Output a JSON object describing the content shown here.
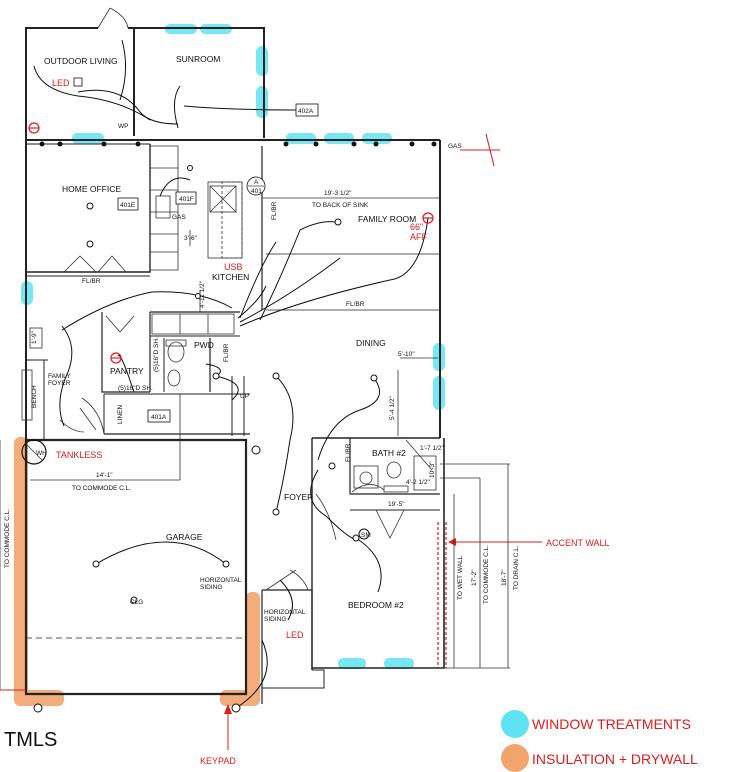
{
  "colors": {
    "window": "#5fe3f2",
    "insulation": "#f2a46d",
    "red": "#e21b1b",
    "line": "#222222"
  },
  "rooms": {
    "outdoor_living": "OUTDOOR LIVING",
    "sunroom": "SUNROOM",
    "home_office": "HOME OFFICE",
    "family_room": "FAMILY ROOM",
    "kitchen": "KITCHEN",
    "dining": "DINING",
    "pantry": "PANTRY",
    "pwd": "PWD",
    "family_foyer": "FAMILY\nFOYER",
    "bath2": "BATH #2",
    "foyer": "FOYER",
    "garage": "GARAGE",
    "bedroom2": "BEDROOM #2"
  },
  "tags": {
    "t402a": "402A",
    "t401e": "401E",
    "t401f": "401F",
    "t401a": "401A",
    "t401": "401",
    "a": "A",
    "ledge": "LED",
    "gas": "GAS",
    "wp": "WP",
    "gas2": "GAS",
    "up": "UP",
    "bench": "BENCH",
    "ceil": "CLG",
    "fl_br": "FL/BR",
    "fl_br2": "FL/BR",
    "fl_br3": "FL/BR",
    "fl_br4": "FL/BR",
    "fl_br5": "FL/BR",
    "sh": "(5)16\"D SH.",
    "sh2": "(5)16\"D SH.",
    "linen": "LINEN",
    "wh": "WH",
    "sm": "SM"
  },
  "dims": {
    "d1": "19'-3 1/2\"",
    "d1b": "TO BACK OF SINK",
    "d2": "4'-11 1/2\"",
    "d3": "3'-6\"",
    "d4": "5'-10\"",
    "d5": "5'-4 1/2\"",
    "d6": "14'-1\"",
    "d6b": "TO COMMODE C.L.",
    "d7": "TO COMMODE C.L.",
    "d8": "1'-7 1/2\"",
    "d9": "4'-2 1/2\"",
    "d10": "19'-5\"",
    "d11": "TO WET WALL",
    "d12": "17'-2\"",
    "d13": "TO COMMODE C.L.",
    "d14": "18'-7\"",
    "d15": "TO DRAIN C.L.",
    "d16": "1'-9\"",
    "d17": "10'-3\""
  },
  "notes": {
    "horizontal_siding_1": "HORIZONTAL\nSIDING",
    "horizontal_siding_2": "HORIZONTAL\nSIDING"
  },
  "annotations": {
    "led1": "LED",
    "led2": "LED",
    "usb": "USB",
    "aff": "66\"\nAFF",
    "tankless": "TANKLESS",
    "accent_wall": "ACCENT WALL",
    "keypad": "KEYPAD"
  },
  "legend": {
    "window": "WINDOW TREATMENTS",
    "insulation": "INSULATION + DRYWALL"
  },
  "brand": "TMLS"
}
